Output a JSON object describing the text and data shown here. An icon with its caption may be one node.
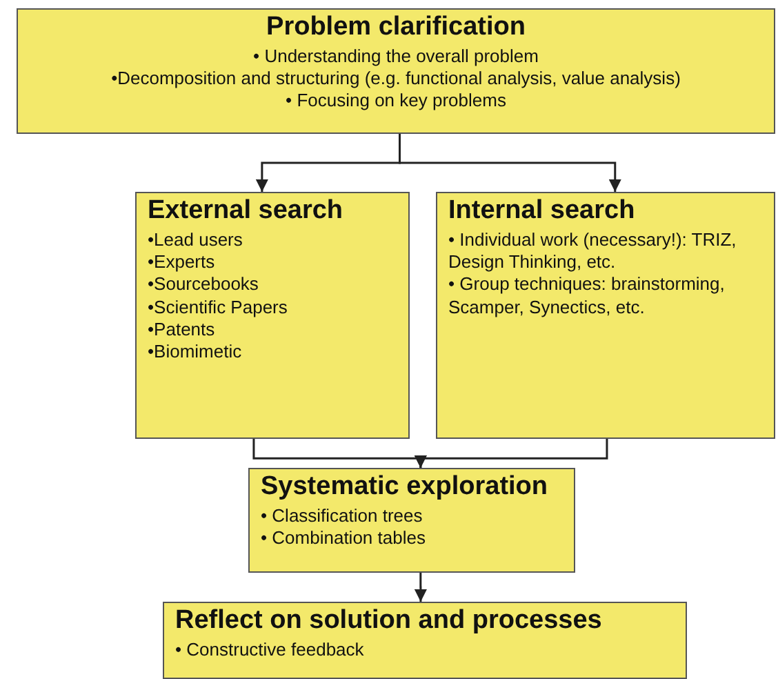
{
  "diagram": {
    "nodes": [
      {
        "text": [
          "Problem clarification",
          "• Understanding the overall problem",
          "•Decomposition and structuring (e.g. functional analysis, value analysis)",
          "• Focusing on key problems"
        ]
      },
      {
        "text": [
          "External search",
          "•Lead users",
          "•Experts",
          "•Sourcebooks",
          "•Scientific Papers",
          "•Patents",
          "•Biomimetic"
        ]
      },
      {
        "text": [
          "Internal search",
          "• Individual work (necessary!): TRIZ, Design Thinking, etc.",
          "• Group techniques: brainstorming, Scamper, Synectics, etc."
        ]
      },
      {
        "text": [
          "Systematic exploration",
          "• Classification trees",
          "• Combination tables"
        ]
      },
      {
        "text": [
          "Reflect on solution and processes",
          "• Constructive feedback"
        ]
      }
    ],
    "edges": [
      {
        "from": 0,
        "to": 1,
        "arrow": "to"
      },
      {
        "from": 0,
        "to": 2,
        "arrow": "to"
      },
      {
        "from": 1,
        "to": 3,
        "arrow": "to"
      },
      {
        "from": 2,
        "to": 3,
        "arrow": "to"
      },
      {
        "from": 3,
        "to": 4,
        "arrow": "to"
      }
    ]
  }
}
